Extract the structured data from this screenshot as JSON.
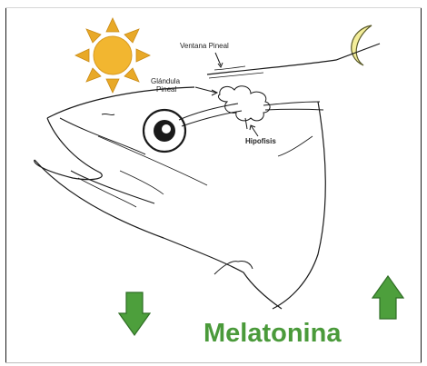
{
  "labels": {
    "pineal_window": "Ventana Pineal",
    "pineal_gland_line1": "Glándula",
    "pineal_gland_line2": "Pineal",
    "pituitary": "Hipofisis",
    "hormone": "Melatonina"
  },
  "icons": {
    "sun": "sun-icon",
    "moon": "crescent-moon-icon",
    "arrow_down": "arrow-down-icon",
    "arrow_up": "arrow-up-icon"
  },
  "colors": {
    "sun_fill": "#f2b630",
    "sun_rays": "#e8a928",
    "moon_fill": "#f4ee9a",
    "arrow_green": "#4d9f3c",
    "arrow_dark": "#2f6e25",
    "hormone_text": "#4a9a3a",
    "line": "#1a1a1a"
  }
}
